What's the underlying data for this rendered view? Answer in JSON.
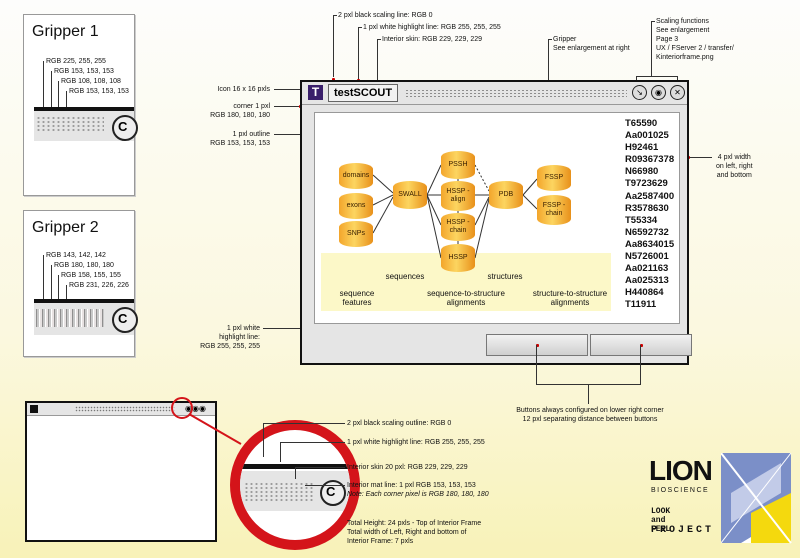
{
  "gripper1": {
    "title": "Gripper 1",
    "labels": [
      "RGB 225, 255, 255",
      "RGB 153, 153, 153",
      "RGB 108, 108, 108",
      "RGB 153, 153, 153"
    ]
  },
  "gripper2": {
    "title": "Gripper 2",
    "labels": [
      "RGB 143, 142, 142",
      "RGB 180, 180, 180",
      "RGB 158, 155, 155",
      "RGB 231, 226, 226"
    ]
  },
  "top_notes": {
    "scaling_line": "2 pxl black scaling line: RGB 0",
    "highlight_line": "1 pxl white highlight line: RGB 255, 255, 255",
    "interior_skin": "Interior skin: RGB 229, 229, 229",
    "gripper": [
      "Gripper",
      "See enlargement at right"
    ],
    "scaling_functions": [
      "Scaling functions",
      "See enlargement",
      "Page 3",
      "UX / FServer 2 / transfer/",
      "Kinteriorframe.png"
    ]
  },
  "left_notes": {
    "icon": "Icon 16 x 16 pxls",
    "corner": [
      "corner 1 pxl",
      "RGB 180, 180, 180"
    ],
    "outline": [
      "1 pxl outline",
      "RGB 153, 153, 153"
    ],
    "highlight": [
      "1 pxl white",
      "highlight line:",
      "RGB 255, 255, 255"
    ]
  },
  "right_notes": {
    "width": [
      "4 pxl width",
      "on left, right",
      "and bottom"
    ]
  },
  "buttons_note": [
    "Buttons always configured on lower right corner",
    "12 pxl separating distance between buttons"
  ],
  "window": {
    "icon_letter": "T",
    "title": "testSCOUT",
    "ids": [
      "T65590",
      "Aa001025",
      "H92461",
      "R09367378",
      "N66980",
      "T9723629",
      "Aa2587400",
      "R3578630",
      "T55334",
      "N6592732",
      "Aa8634015",
      "N5726001",
      "Aa021163",
      "Aa025313",
      "H440864",
      "T11911"
    ],
    "diagram": {
      "nodes": [
        "domains",
        "exons",
        "SNPs",
        "SWALL",
        "PSSH",
        "HSSP -align",
        "HSSP -chain",
        "HSSP",
        "PDB",
        "FSSP",
        "FSSP -chain"
      ],
      "labels": [
        "sequences",
        "structures",
        "sequence features",
        "sequence-to-structure alignments",
        "structure-to-structure alignments"
      ]
    }
  },
  "bottom_notes": {
    "scaling_outline": "2 pxl black scaling outline: RGB 0",
    "highlight_line": "1 pxl white highlight line: RGB 255, 255, 255",
    "interior_skin": "Interior skin 20 pxl: RGB 229, 229, 229",
    "mat_line": "Interior mat line: 1 pxl RGB 153, 153, 153",
    "corner_note": "Note: Each corner pixel is RGB 180, 180, 180",
    "total": [
      "Total Height: 24 pxls - Top of Interior Frame",
      "Total width of Left, Right and bottom of",
      "Interior Frame: 7 pxls"
    ]
  },
  "logo": {
    "name": "LION",
    "sub": "BIOSCIENCE",
    "tag1": "LOOK and FEEL",
    "tag2": "PROJECT"
  },
  "colors": {
    "accent_red": "#d4141a",
    "node_orange": "#f5b03a",
    "background_yellow": "#f8f2b8"
  }
}
